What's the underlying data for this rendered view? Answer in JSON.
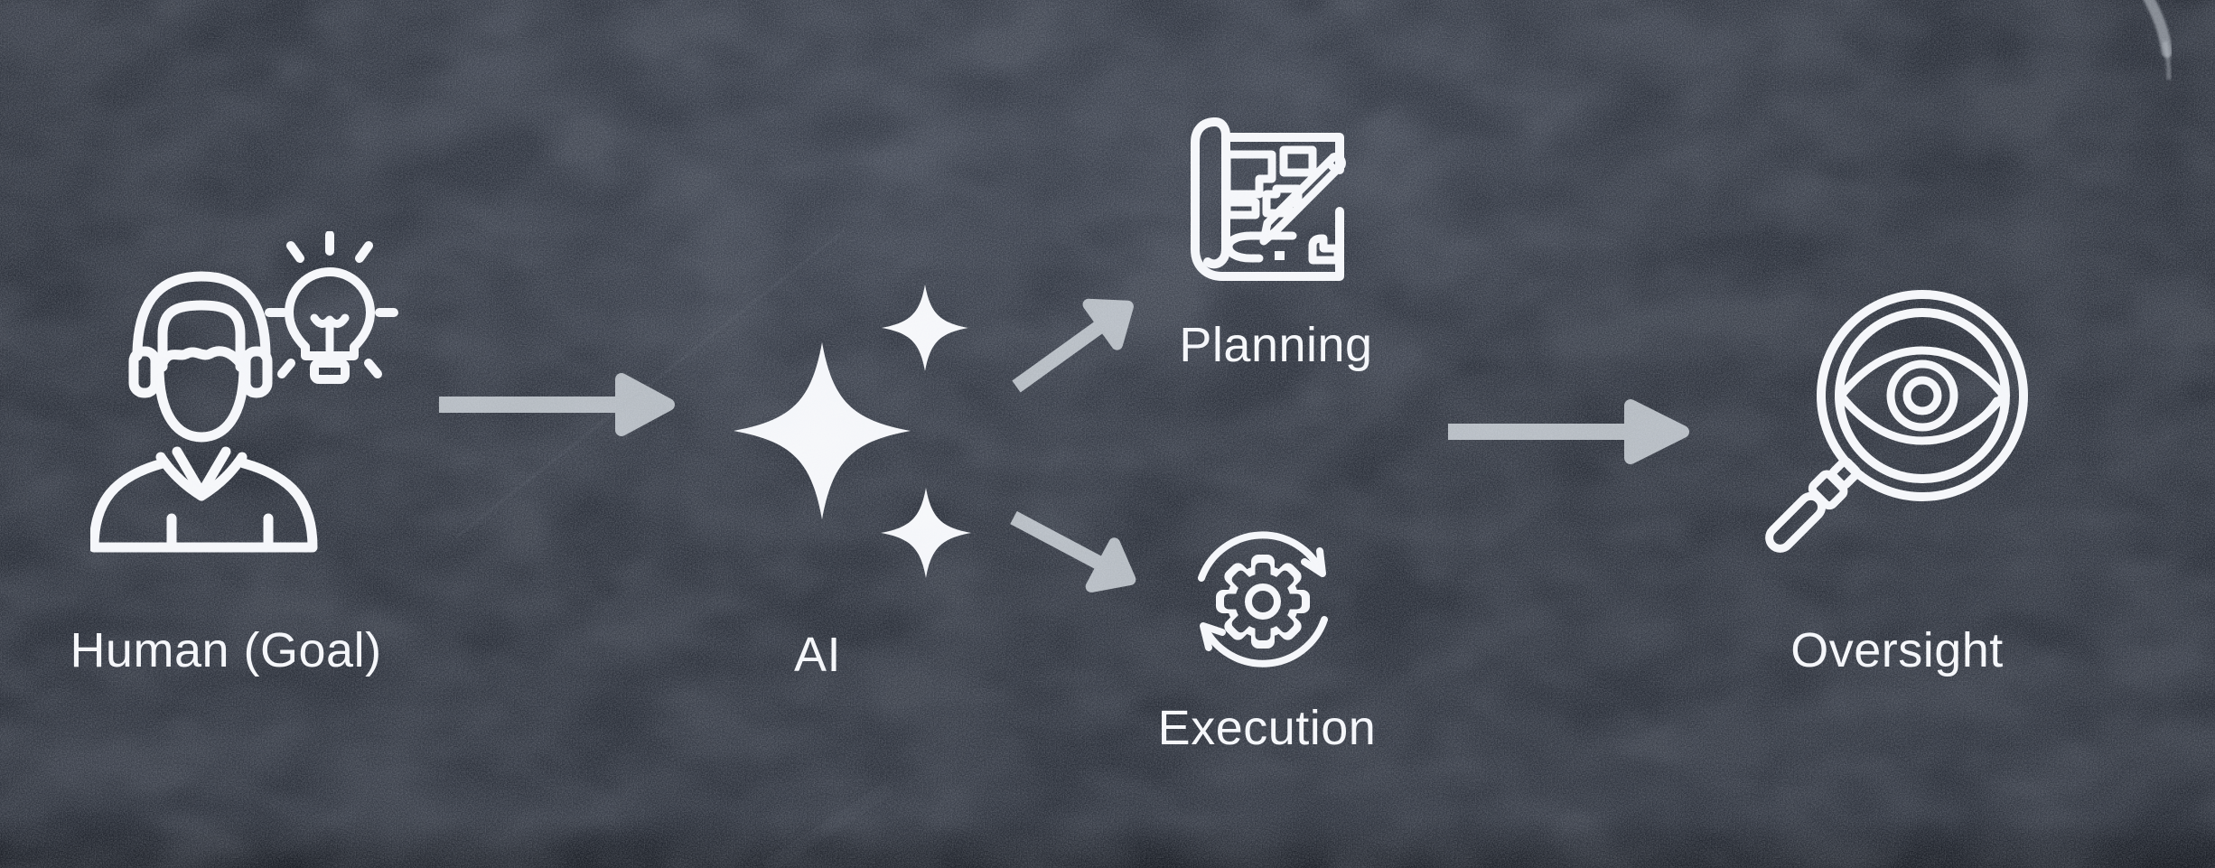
{
  "diagram": {
    "colors": {
      "bg": "#2b303a",
      "bgflat": "#2c313b",
      "ink": "#f7f8fa",
      "arrow": "#b3b9bf",
      "chalk": "#c9ced6"
    },
    "nodes": {
      "human": {
        "label": "Human (Goal)",
        "icon": "person-idea-icon"
      },
      "ai": {
        "label": "AI",
        "icon": "sparkles-icon"
      },
      "planning": {
        "label": "Planning",
        "icon": "blueprint-pencil-icon"
      },
      "execution": {
        "label": "Execution",
        "icon": "gear-sync-icon"
      },
      "oversight": {
        "label": "Oversight",
        "icon": "magnifier-eye-icon"
      }
    },
    "edges": [
      {
        "from": "human",
        "to": "ai",
        "style": "straight"
      },
      {
        "from": "ai",
        "to": "planning",
        "style": "diagonal-up"
      },
      {
        "from": "ai",
        "to": "execution",
        "style": "diagonal-down"
      },
      {
        "from": "planning/execution",
        "to": "oversight",
        "style": "straight"
      }
    ]
  }
}
